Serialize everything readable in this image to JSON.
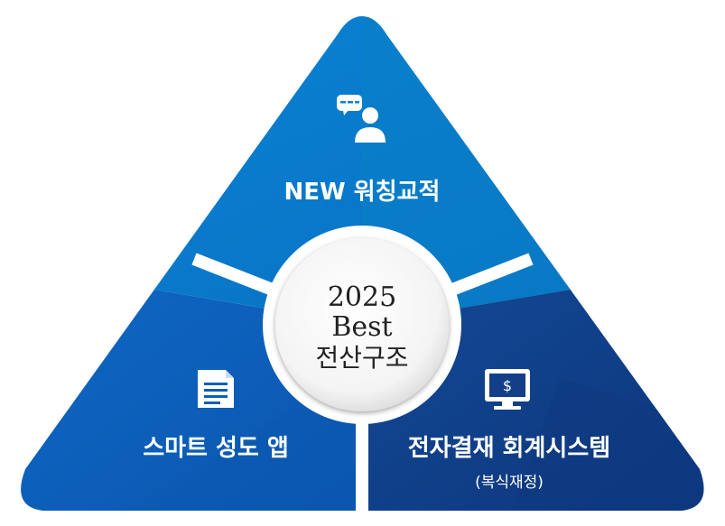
{
  "center": {
    "line1": "2025",
    "line2": "Best",
    "line3": "전산구조"
  },
  "segments": {
    "top": {
      "label": "NEW 워칭교적",
      "icon": "person-chat-icon",
      "color": "#0a7ccc"
    },
    "left": {
      "label": "스마트 성도 앱",
      "icon": "document-icon",
      "color": "#0d5fb8"
    },
    "right": {
      "label": "전자결재 회계시스템",
      "sublabel": "(복식재정)",
      "icon": "monitor-dollar-icon",
      "color": "#103d86"
    }
  }
}
